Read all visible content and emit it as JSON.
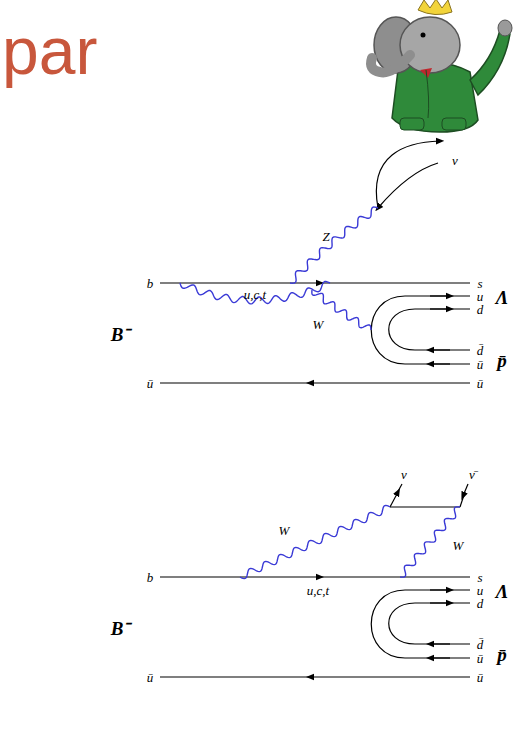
{
  "diagram": {
    "title": "par",
    "labels": [
      "ν",
      "Z",
      "b",
      "u,c,t",
      "W",
      "s",
      "u",
      "d",
      "d̄",
      "ū",
      "ū",
      "Λ",
      "p̄",
      "B⁻",
      "ū",
      "ν",
      "ν̄",
      "W",
      "W",
      "b",
      "u,c,t",
      "s",
      "u",
      "d",
      "d̄",
      "ū",
      "ū",
      "Λ",
      "p̄",
      "B⁻",
      "ū"
    ]
  }
}
